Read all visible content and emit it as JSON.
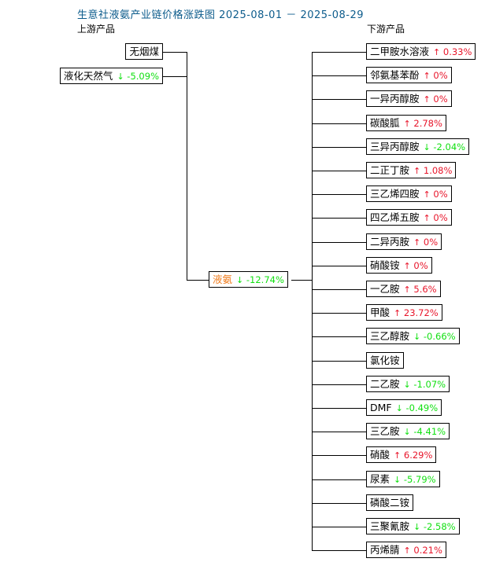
{
  "header": {
    "title": "生意社液氨产业链价格涨跌图  2025-08-01 － 2025-08-29",
    "date_start": "2025-08-01",
    "date_end": "2025-08-29",
    "upstream_label": "上游产品",
    "downstream_label": "下游产品"
  },
  "colors": {
    "title": "#0d5c8c",
    "up": "#e8152a",
    "down": "#11e011",
    "center_name": "#ef7a1a",
    "border": "#000000",
    "background": "#ffffff"
  },
  "icons": {
    "up_arrow": "↑",
    "down_arrow": "↓"
  },
  "center": {
    "name": "液氨",
    "arrow": "↓",
    "value": "-12.74%",
    "direction": "down"
  },
  "upstream": [
    {
      "name": "无烟煤",
      "arrow": "",
      "value": "",
      "direction": "none"
    },
    {
      "name": "液化天然气",
      "arrow": "↓",
      "value": "-5.09%",
      "direction": "down"
    }
  ],
  "downstream": [
    {
      "name": "二甲胺水溶液",
      "arrow": "↑",
      "value": "0.33%",
      "direction": "up"
    },
    {
      "name": "邻氨基苯酚",
      "arrow": "↑",
      "value": "0%",
      "direction": "up"
    },
    {
      "name": "一异丙醇胺",
      "arrow": "↑",
      "value": "0%",
      "direction": "up"
    },
    {
      "name": "碳酸胍",
      "arrow": "↑",
      "value": "2.78%",
      "direction": "up"
    },
    {
      "name": "三异丙醇胺",
      "arrow": "↓",
      "value": "-2.04%",
      "direction": "down"
    },
    {
      "name": "二正丁胺",
      "arrow": "↑",
      "value": "1.08%",
      "direction": "up"
    },
    {
      "name": "三乙烯四胺",
      "arrow": "↑",
      "value": "0%",
      "direction": "up"
    },
    {
      "name": "四乙烯五胺",
      "arrow": "↑",
      "value": "0%",
      "direction": "up"
    },
    {
      "name": "二异丙胺",
      "arrow": "↑",
      "value": "0%",
      "direction": "up"
    },
    {
      "name": "硝酸铵",
      "arrow": "↑",
      "value": "0%",
      "direction": "up"
    },
    {
      "name": "一乙胺",
      "arrow": "↑",
      "value": "5.6%",
      "direction": "up"
    },
    {
      "name": "甲酸",
      "arrow": "↑",
      "value": "23.72%",
      "direction": "up"
    },
    {
      "name": "三乙醇胺",
      "arrow": "↓",
      "value": "-0.66%",
      "direction": "down"
    },
    {
      "name": "氯化铵",
      "arrow": "",
      "value": "",
      "direction": "none"
    },
    {
      "name": "二乙胺",
      "arrow": "↓",
      "value": "-1.07%",
      "direction": "down"
    },
    {
      "name": "DMF",
      "arrow": "↓",
      "value": "-0.49%",
      "direction": "down"
    },
    {
      "name": "三乙胺",
      "arrow": "↓",
      "value": "-4.41%",
      "direction": "down"
    },
    {
      "name": "硝酸",
      "arrow": "↑",
      "value": "6.29%",
      "direction": "up"
    },
    {
      "name": "尿素",
      "arrow": "↓",
      "value": "-5.79%",
      "direction": "down"
    },
    {
      "name": "磷酸二铵",
      "arrow": "",
      "value": "",
      "direction": "none"
    },
    {
      "name": "三聚氰胺",
      "arrow": "↓",
      "value": "-2.58%",
      "direction": "down"
    },
    {
      "name": "丙烯腈",
      "arrow": "↑",
      "value": "0.21%",
      "direction": "up"
    }
  ]
}
